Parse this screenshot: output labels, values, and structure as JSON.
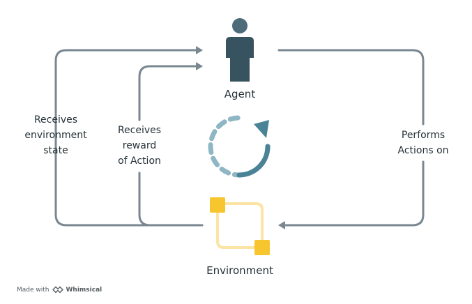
{
  "nodes": {
    "agent": {
      "label": "Agent"
    },
    "environment": {
      "label": "Environment"
    }
  },
  "edges": {
    "state": {
      "line1": "Receives",
      "line2": "environment",
      "line3": "state"
    },
    "reward": {
      "line1": "Receives",
      "line2": "reward",
      "line3": "of Action"
    },
    "action": {
      "line1": "Performs",
      "line2": "Actions on"
    }
  },
  "footer": {
    "made_with": "Made with",
    "brand": "Whimsical"
  },
  "colors": {
    "connector": "#7a8791",
    "agent": "#37535f",
    "agent_head": "#4d6b78",
    "cycle": "#8fb6c4",
    "cycle_arrow": "#4a8396",
    "env_square": "#f7c52e",
    "env_link": "#fbe4a6"
  },
  "icons": [
    "person-icon",
    "cycle-arrow-icon",
    "workflow-squares-icon",
    "whimsical-logo-icon"
  ]
}
